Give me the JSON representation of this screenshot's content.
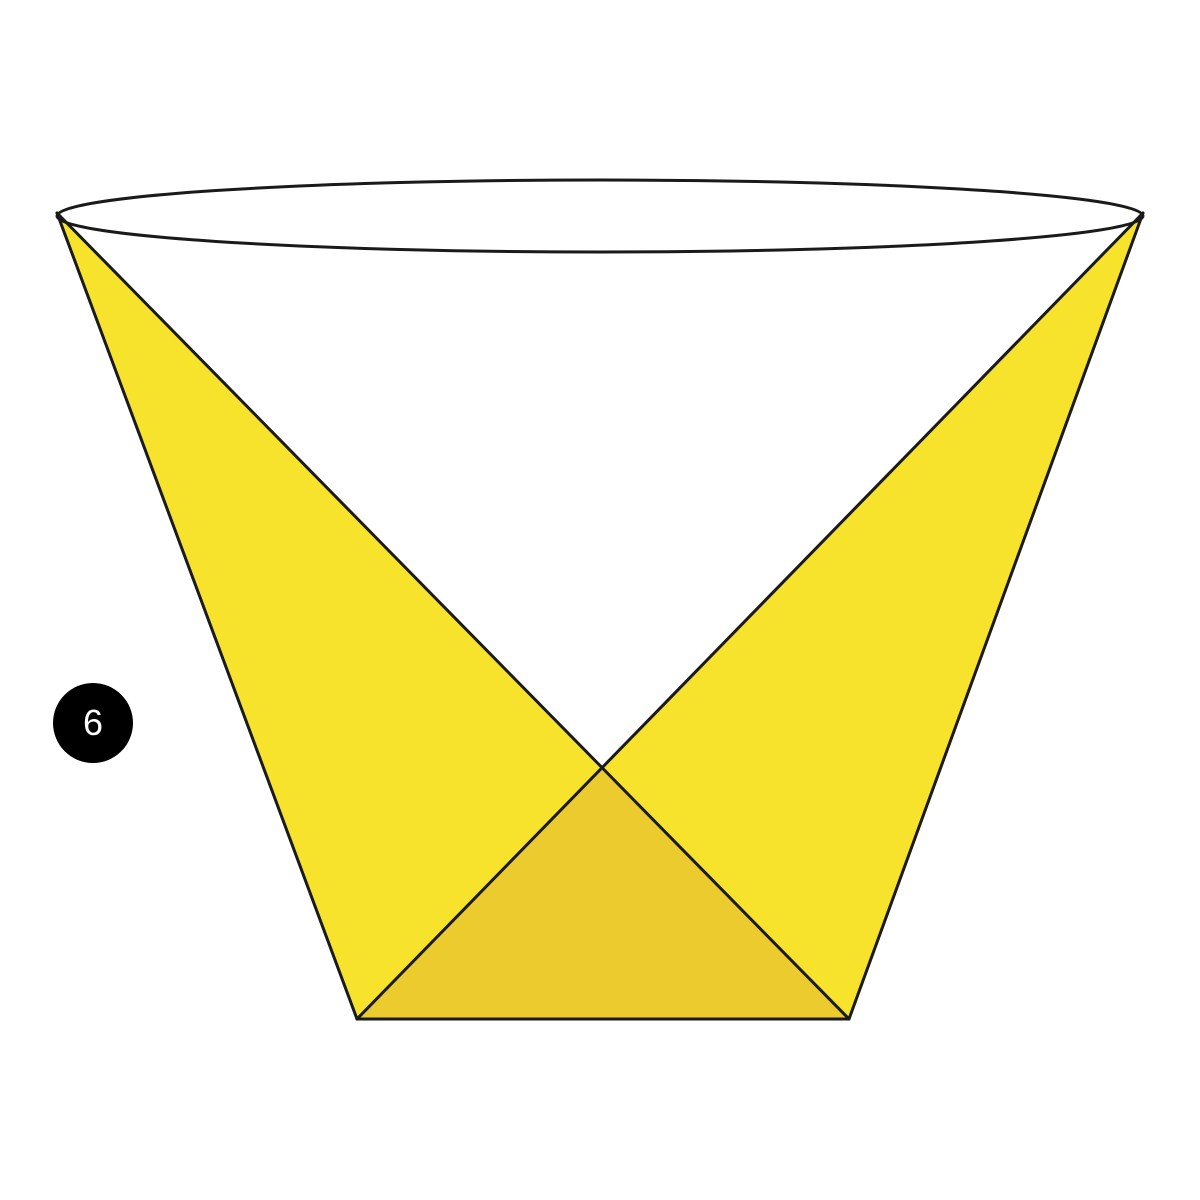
{
  "step": {
    "number": "6"
  },
  "colors": {
    "background": "#ffffff",
    "outline": "#1a1a1a",
    "cup_body": "#ffffff",
    "side_wedges": "#f7e32b",
    "bottom_triangle": "#eccb2f",
    "badge_fill": "#000000",
    "badge_text": "#ffffff"
  },
  "parts": {
    "rim": "ellipse",
    "body": "cup",
    "left_wedge": "triangle",
    "right_wedge": "triangle",
    "bottom_triangle": "triangle"
  }
}
